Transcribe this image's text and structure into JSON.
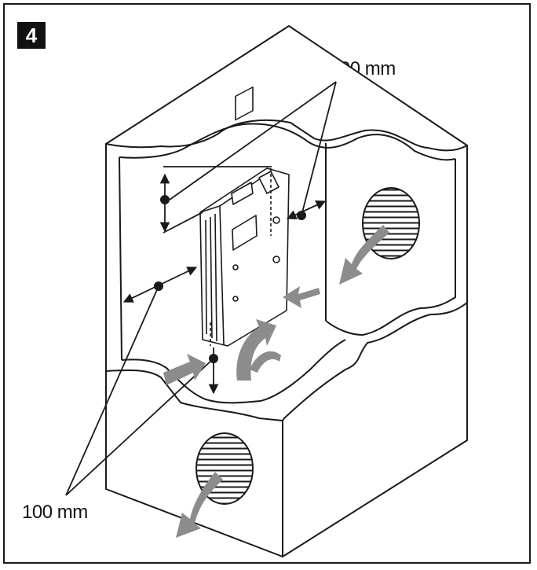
{
  "figure": {
    "step_number": "4",
    "top_clearance_label": "100 mm",
    "bottom_clearance_label": "100 mm"
  },
  "colors": {
    "line": "#1a1a1a",
    "airflow_arrow": "#8c8c8c",
    "wall_fill": "#ffffff"
  }
}
